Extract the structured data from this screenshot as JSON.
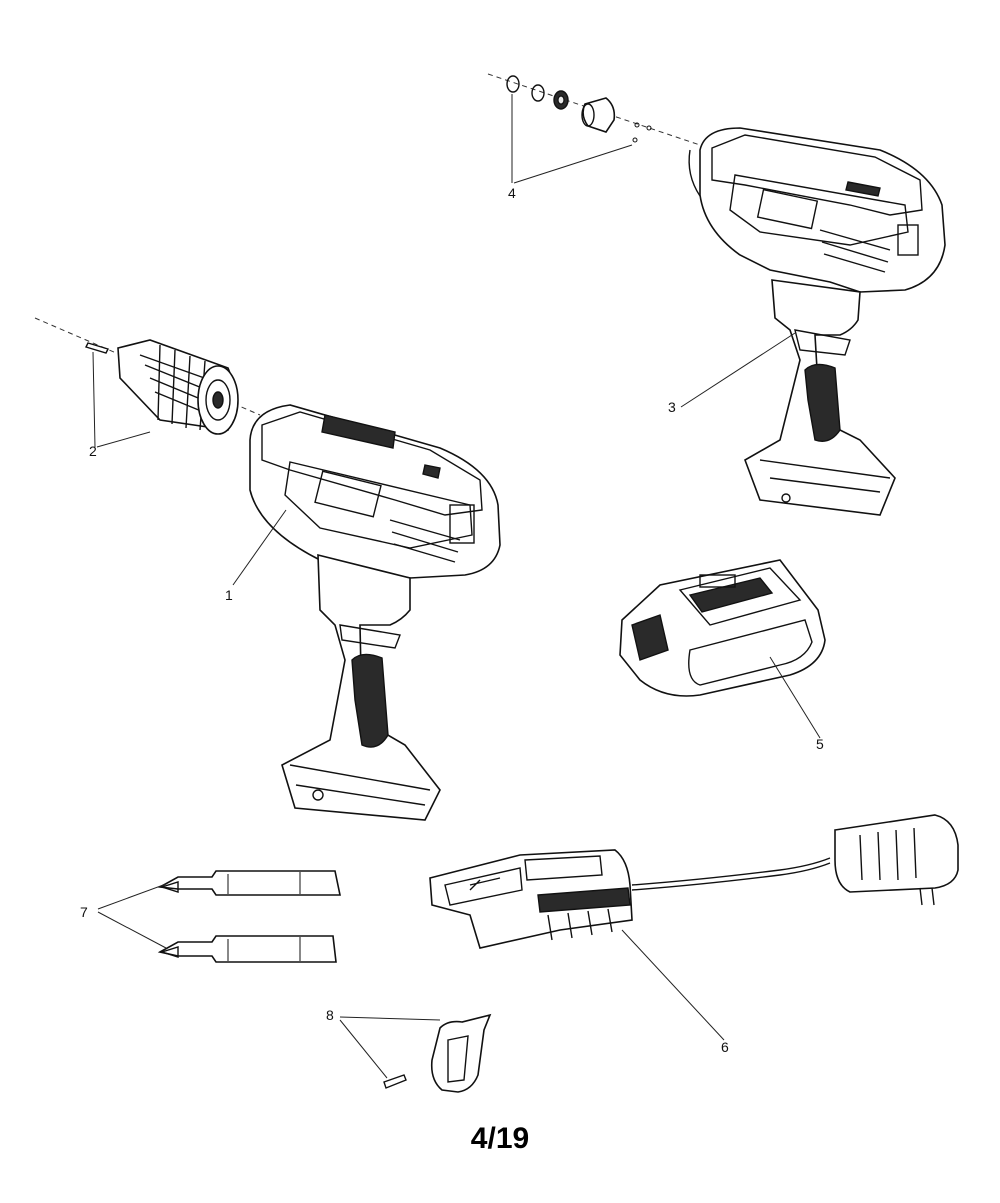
{
  "callouts": {
    "c1": "1",
    "c2": "2",
    "c3": "3",
    "c4": "4",
    "c5": "5",
    "c6": "6",
    "c7": "7",
    "c8": "8"
  },
  "page_number": "4/19"
}
